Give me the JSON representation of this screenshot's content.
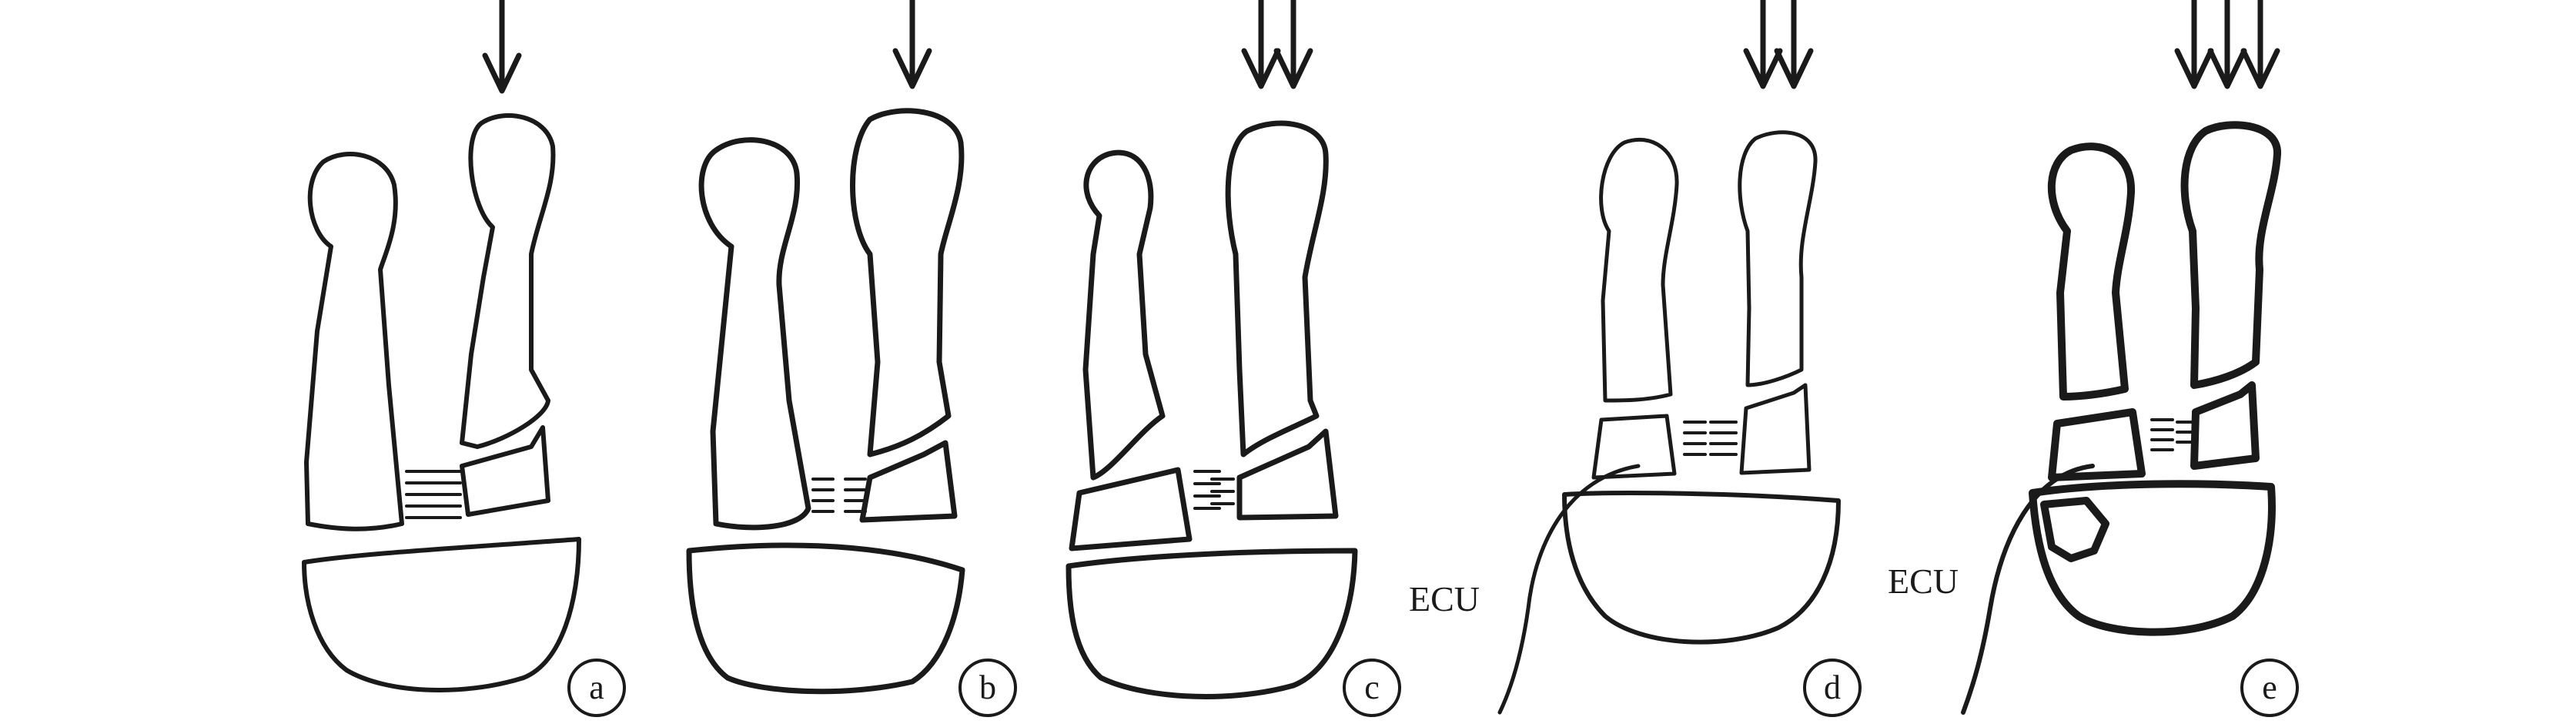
{
  "panels": [
    {
      "label": "a",
      "arrows": 1
    },
    {
      "label": "b",
      "arrows": 1
    },
    {
      "label": "c",
      "arrows": 2
    },
    {
      "label": "d",
      "arrows": 2,
      "tendon_label": "ECU"
    },
    {
      "label": "e",
      "arrows": 3,
      "tendon_label": "ECU"
    }
  ],
  "colors": {
    "ink": "#1a1a1a",
    "background": "#ffffff"
  }
}
